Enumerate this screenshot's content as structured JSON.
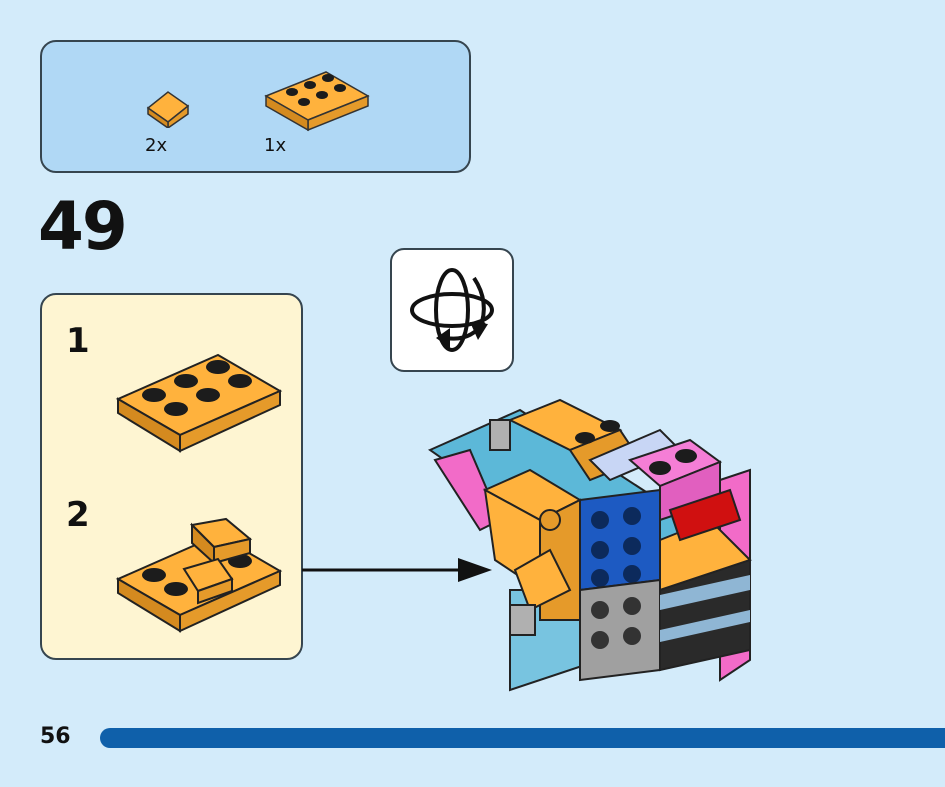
{
  "parts_list": {
    "items": [
      {
        "qty": "2x",
        "icon": "orange-slope-brick-icon"
      },
      {
        "qty": "1x",
        "icon": "orange-2x4-plate-icon"
      }
    ]
  },
  "step": {
    "number": "49"
  },
  "substeps": [
    {
      "number": "1",
      "icon": "orange-plate-icon"
    },
    {
      "number": "2",
      "icon": "orange-plate-with-slopes-icon"
    }
  ],
  "rotate_icon": "rotate-model-icon",
  "page": {
    "number": "56"
  },
  "colors": {
    "background": "#d3ebfa",
    "parts_box": "#b0d8f5",
    "substep_box": "#fef5d2",
    "brick_orange": "#ffb23d",
    "page_bar": "#0f60aa"
  }
}
